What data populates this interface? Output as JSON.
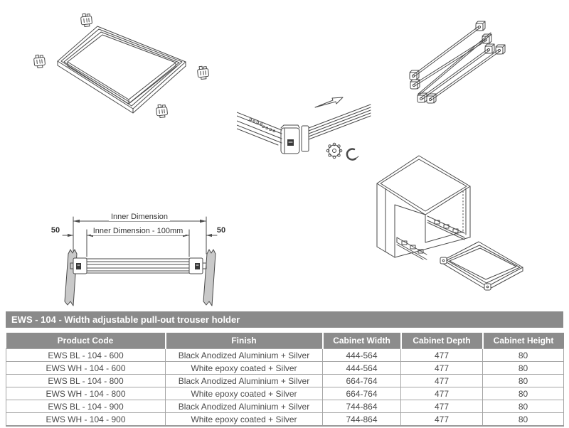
{
  "header": {
    "title": "EWS - 104 - Width adjustable pull-out trouser holder",
    "bar_color": "#8a8a8a",
    "text_color": "#ffffff"
  },
  "diagram_labels": {
    "inner_dimension": "Inner Dimension",
    "inner_dimension_minus": "Inner Dimension - 100mm",
    "offset_left": "50",
    "offset_right": "50"
  },
  "figures": {
    "top_left": "exploded-frame-with-corner-brackets",
    "top_right": "trouser-hanger-rods-bundle",
    "middle": "rail-connector-detail-with-adjuster-knob",
    "bottom_left": "width-dimension-diagram",
    "bottom_right": "cabinet-with-pull-out-frame"
  },
  "table": {
    "header_bg": "#8c8c8c",
    "headers": [
      "Product Code",
      "Finish",
      "Cabinet Width",
      "Cabinet Depth",
      "Cabinet Height"
    ],
    "rows": [
      [
        "EWS BL - 104 - 600",
        "Black Anodized Aluminium + Silver",
        "444-564",
        "477",
        "80"
      ],
      [
        "EWS WH - 104 - 600",
        "White epoxy coated + Silver",
        "444-564",
        "477",
        "80"
      ],
      [
        "EWS BL - 104 - 800",
        "Black Anodized Aluminium + Silver",
        "664-764",
        "477",
        "80"
      ],
      [
        "EWS WH - 104 - 800",
        "White epoxy coated + Silver",
        "664-764",
        "477",
        "80"
      ],
      [
        "EWS BL - 104 - 900",
        "Black Anodized Aluminium + Silver",
        "744-864",
        "477",
        "80"
      ],
      [
        "EWS WH - 104 - 900",
        "White epoxy coated + Silver",
        "744-864",
        "477",
        "80"
      ]
    ]
  }
}
